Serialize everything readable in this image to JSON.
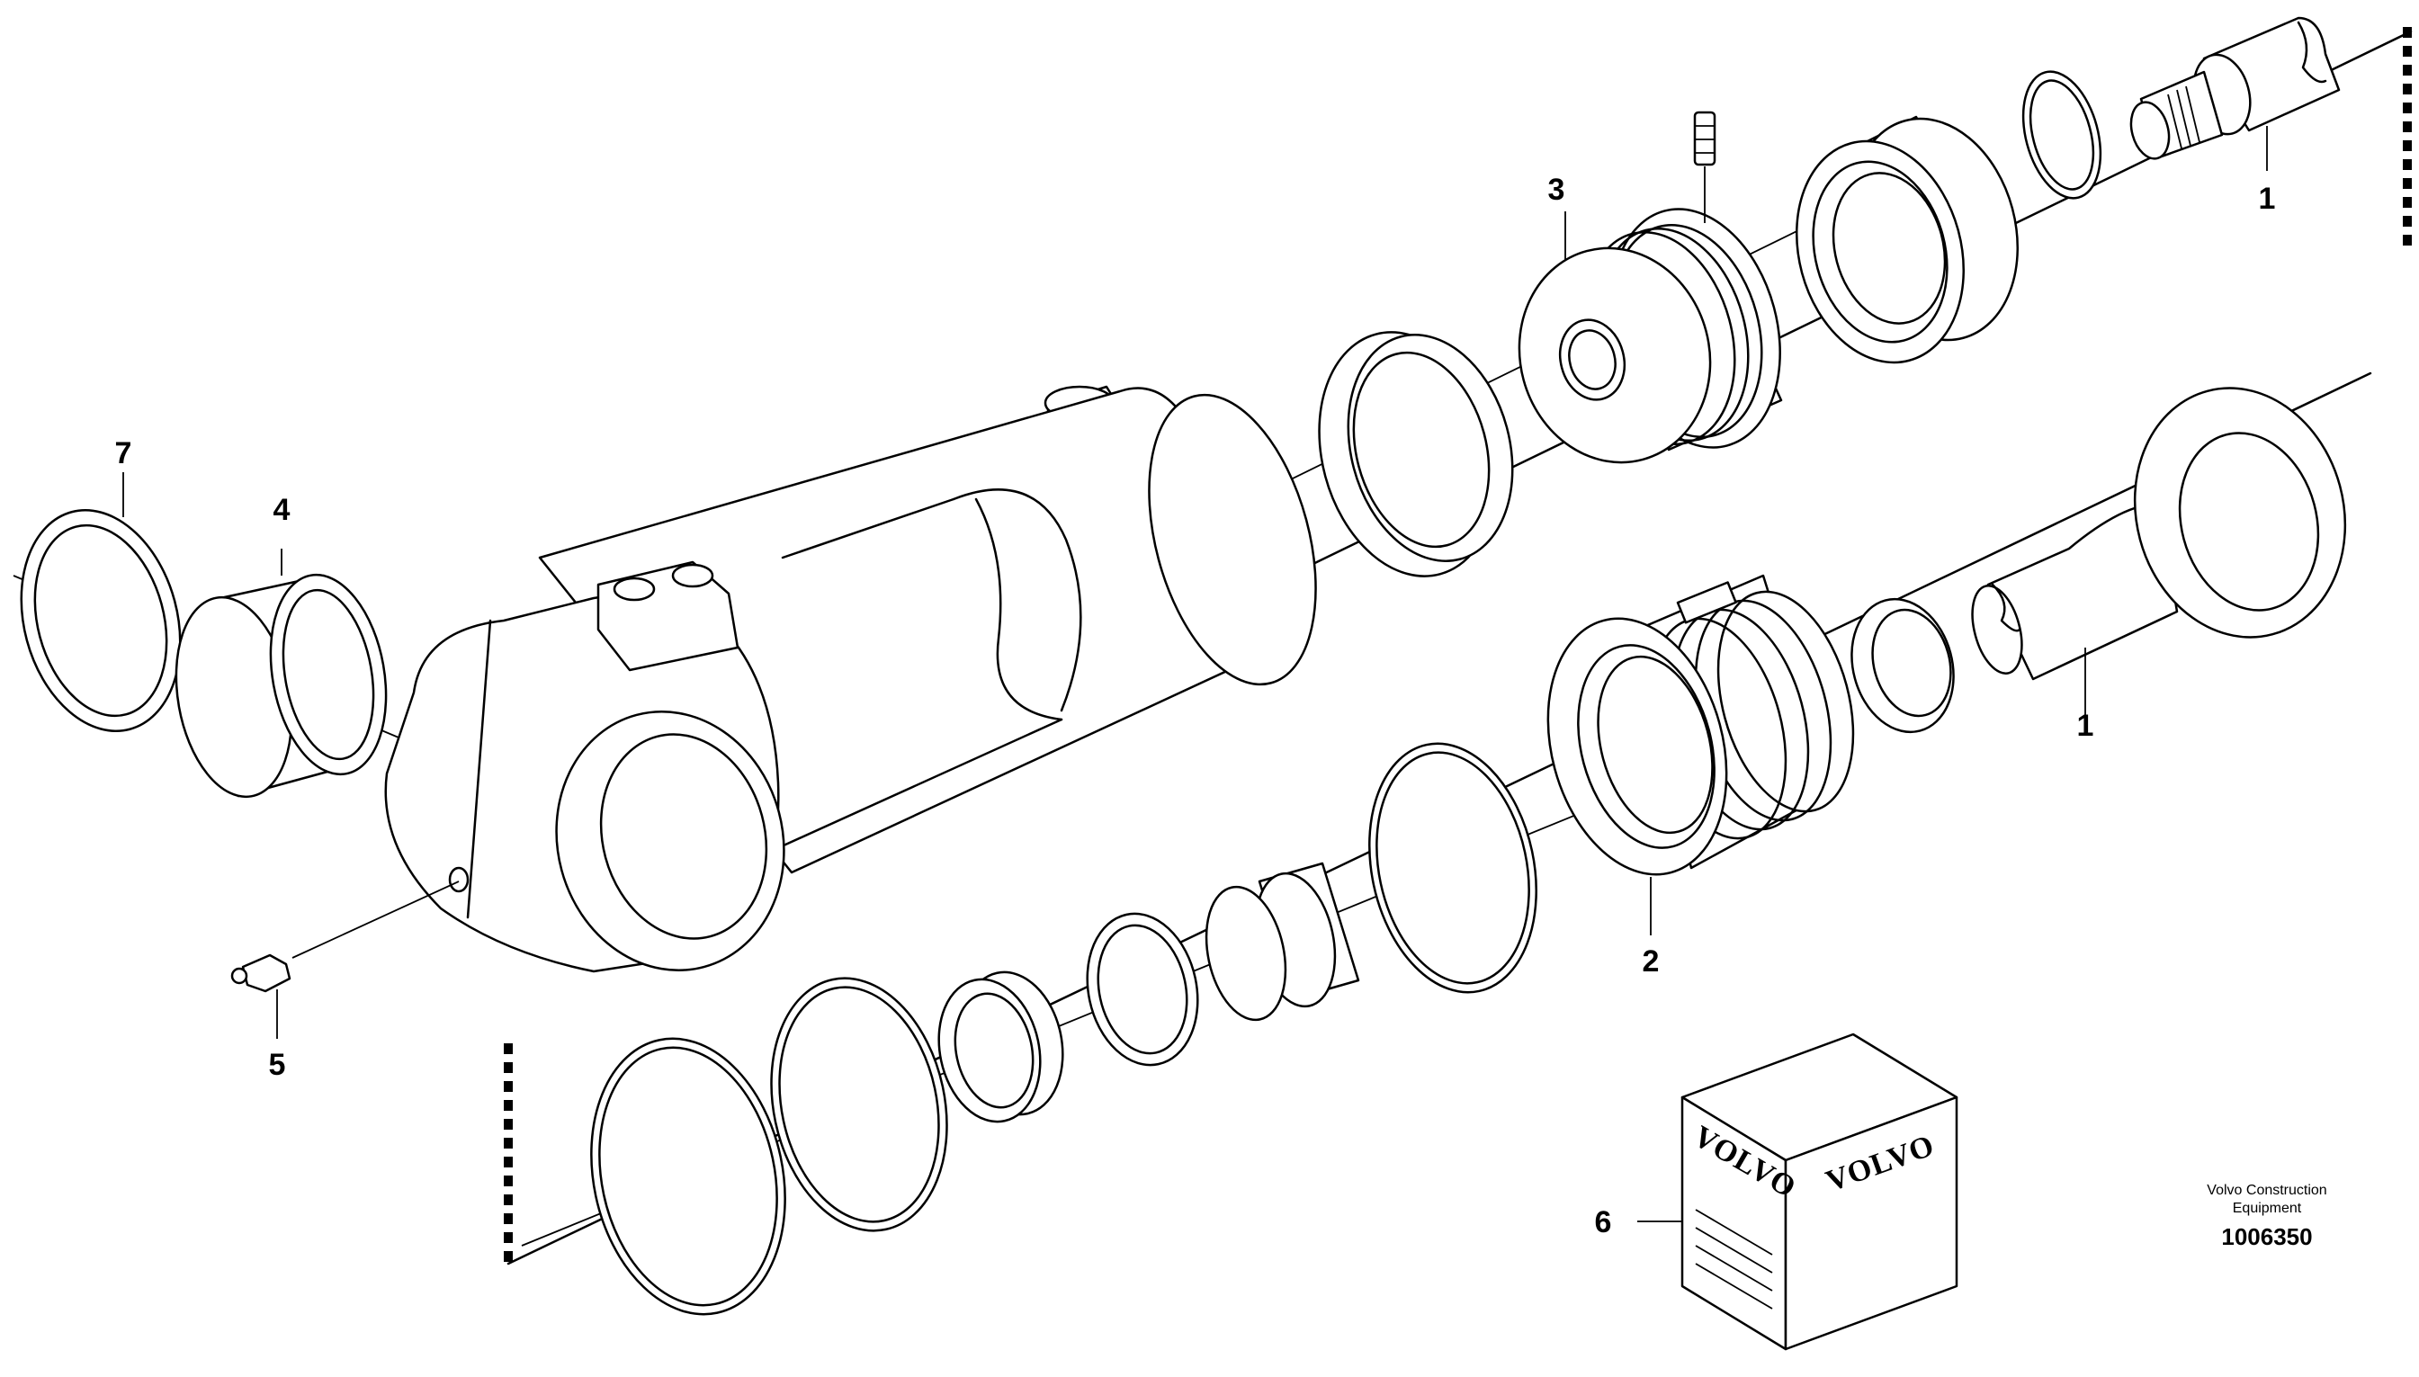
{
  "diagram": {
    "callouts": [
      "1",
      "1",
      "2",
      "3",
      "4",
      "5",
      "6",
      "7"
    ],
    "box_brand_front": "VOLVO",
    "box_brand_side": "VOLVO"
  },
  "credit": {
    "line1": "Volvo Construction",
    "line2": "Equipment",
    "number": "1006350"
  }
}
